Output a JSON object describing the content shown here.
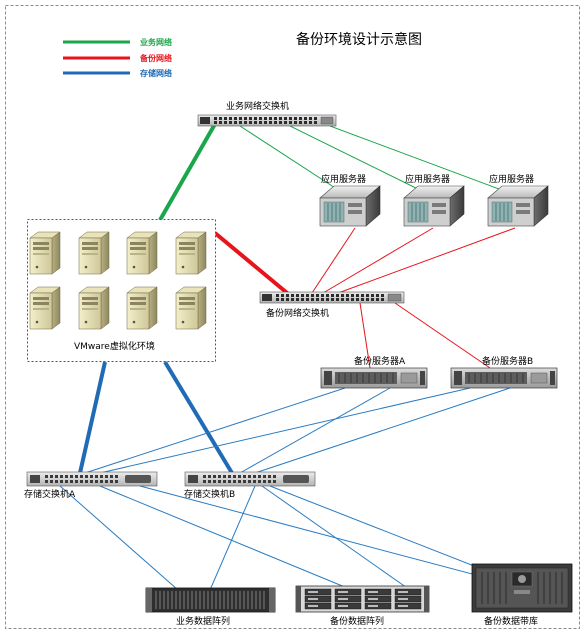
{
  "title": "备份环境设计示意图",
  "legend": [
    {
      "label": "业务网络",
      "color": "#1aa64a"
    },
    {
      "label": "备份网络",
      "color": "#e8141b"
    },
    {
      "label": "存储网络",
      "color": "#1f6bb5"
    }
  ],
  "colors": {
    "business": "#1aa64a",
    "backup": "#e8141b",
    "storage": "#1f6bb5",
    "thin_storage": "#2a7cc2"
  },
  "nodes": {
    "biz_switch": "业务网络交换机",
    "app_server_1": "应用服务器",
    "app_server_2": "应用服务器",
    "app_server_3": "应用服务器",
    "vmware": "VMware虚拟化环境",
    "backup_switch": "备份网络交换机",
    "backup_server_a": "备份服务器A",
    "backup_server_b": "备份服务器B",
    "storage_switch_a": "存储交换机A",
    "storage_switch_b": "存储交换机B",
    "biz_array": "业务数据阵列",
    "backup_array": "备份数据阵列",
    "tape_library": "备份数据带库"
  },
  "icons": {
    "switch": "network-switch-icon",
    "server": "rack-server-icon",
    "vm_host": "tower-server-icon",
    "array": "disk-array-icon",
    "tape": "tape-library-icon"
  }
}
